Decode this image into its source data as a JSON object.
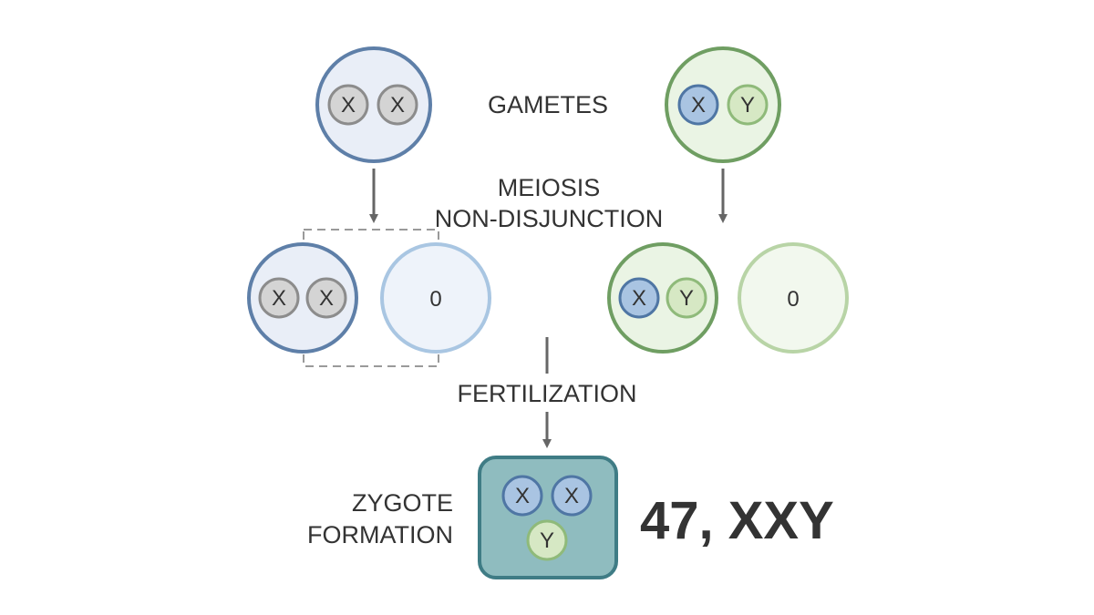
{
  "labels": {
    "gametes": "GAMETES",
    "meiosis": "MEIOSIS",
    "nondisjunction": "NON-DISJUNCTION",
    "fertilization": "FERTILIZATION",
    "zygote": "ZYGOTE",
    "formation": "FORMATION",
    "karyotype": "47, XXY"
  },
  "parent_female": {
    "chromosomes": [
      "X",
      "X"
    ]
  },
  "parent_male": {
    "chromosomes": [
      "X",
      "Y"
    ]
  },
  "gametes_female": [
    {
      "chromosomes": [
        "X",
        "X"
      ]
    },
    {
      "label": "0"
    }
  ],
  "gametes_male": [
    {
      "chromosomes": [
        "X",
        "Y"
      ]
    },
    {
      "label": "0"
    }
  ],
  "zygote": {
    "chromosomes": [
      "X",
      "X",
      "Y"
    ]
  },
  "colors": {
    "female_ring": "#5e7fa8",
    "female_fill": "#e9eef7",
    "female_empty_ring": "#a9c6e2",
    "male_ring": "#6f9e62",
    "male_fill": "#eaf4e4",
    "male_empty_ring": "#b8d4a6",
    "chrom_gray_fill": "#d4d4d4",
    "chrom_gray_ring": "#8c8c8c",
    "chrom_x_fill": "#a9c4e2",
    "chrom_x_ring": "#4f76a4",
    "chrom_y_fill": "#d6e8c4",
    "chrom_y_ring": "#8fba7a",
    "zygote_fill": "#8fbcbf",
    "zygote_ring": "#3f7c85",
    "arrow": "#666666",
    "text": "#333333"
  }
}
